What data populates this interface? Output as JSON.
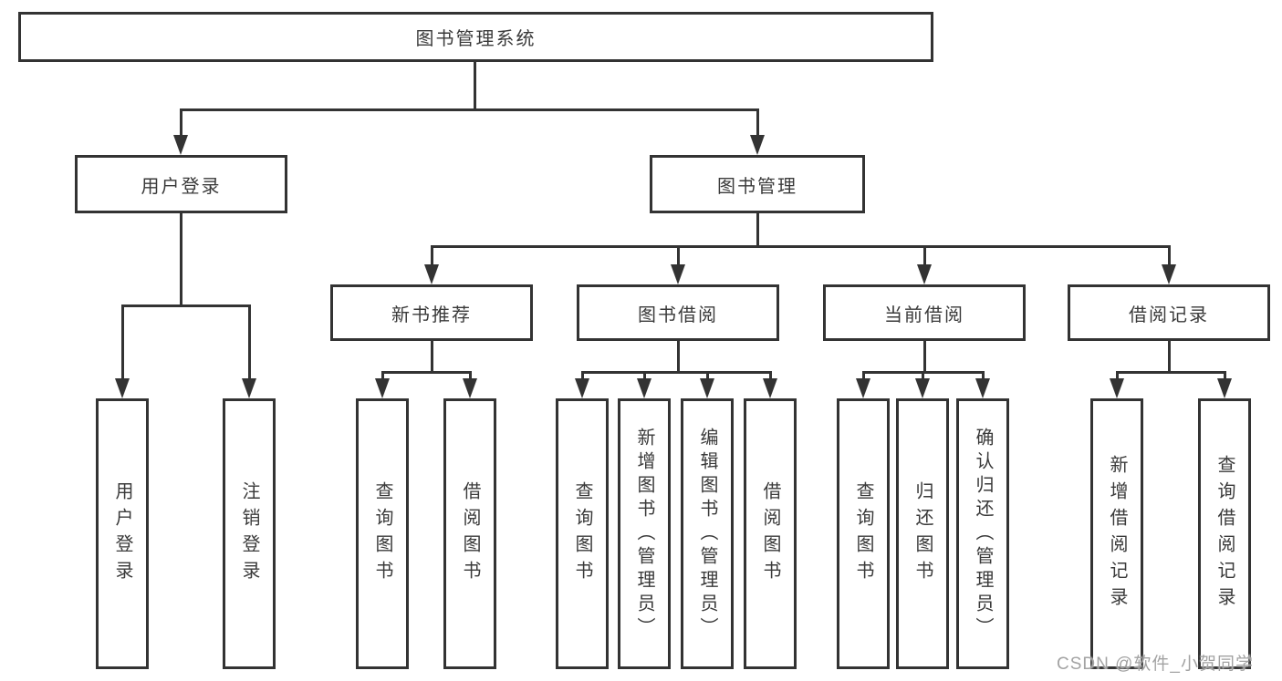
{
  "watermark": "CSDN @软件_小贺同学",
  "colors": {
    "line": "#333333",
    "text": "#3a3a3a",
    "watermark": "#a3a3a3",
    "background": "#ffffff"
  },
  "tree": {
    "root": {
      "label": "图书管理系统"
    },
    "branches": [
      {
        "label": "用户登录",
        "children": [
          {
            "label": "用户登录"
          },
          {
            "label": "注销登录"
          }
        ]
      },
      {
        "label": "图书管理",
        "children": [
          {
            "label": "新书推荐",
            "children": [
              {
                "label": "查询图书"
              },
              {
                "label": "借阅图书"
              }
            ]
          },
          {
            "label": "图书借阅",
            "children": [
              {
                "label": "查询图书"
              },
              {
                "label": "新增图书（管理员）"
              },
              {
                "label": "编辑图书（管理员）"
              },
              {
                "label": "借阅图书"
              }
            ]
          },
          {
            "label": "当前借阅",
            "children": [
              {
                "label": "查询图书"
              },
              {
                "label": "归还图书"
              },
              {
                "label": "确认归还（管理员）"
              }
            ]
          },
          {
            "label": "借阅记录",
            "children": [
              {
                "label": "新增借阅记录"
              },
              {
                "label": "查询借阅记录"
              }
            ]
          }
        ]
      }
    ]
  }
}
